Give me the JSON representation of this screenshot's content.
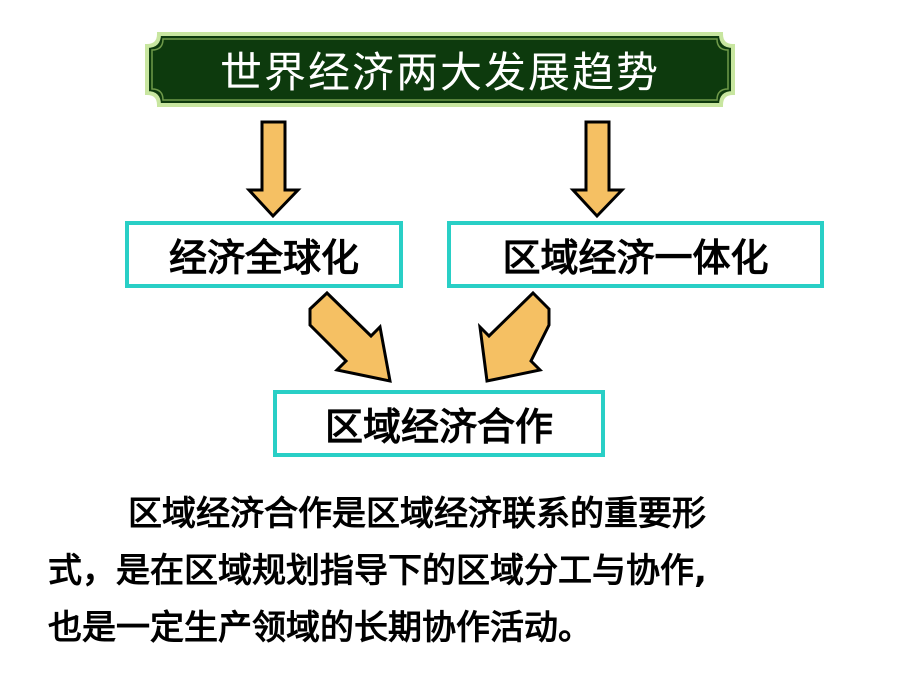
{
  "diagram": {
    "title": "世界经济两大发展趋势",
    "trend_left": "经济全球化",
    "trend_right": "区域经济一体化",
    "result": "区域经济合作",
    "colors": {
      "title_fill": "#0d3a0d",
      "title_border": "#c8e6a0",
      "box_border": "#29cfc6",
      "arrow_fill": "#f5c063",
      "arrow_stroke": "#000000"
    }
  },
  "paragraph": {
    "line1": "区域经济合作是区域经济联系的重要形",
    "line2": "式，是在区域规划指导下的区域分工与协作,",
    "line3": "也是一定生产领域的长期协作活动。"
  }
}
